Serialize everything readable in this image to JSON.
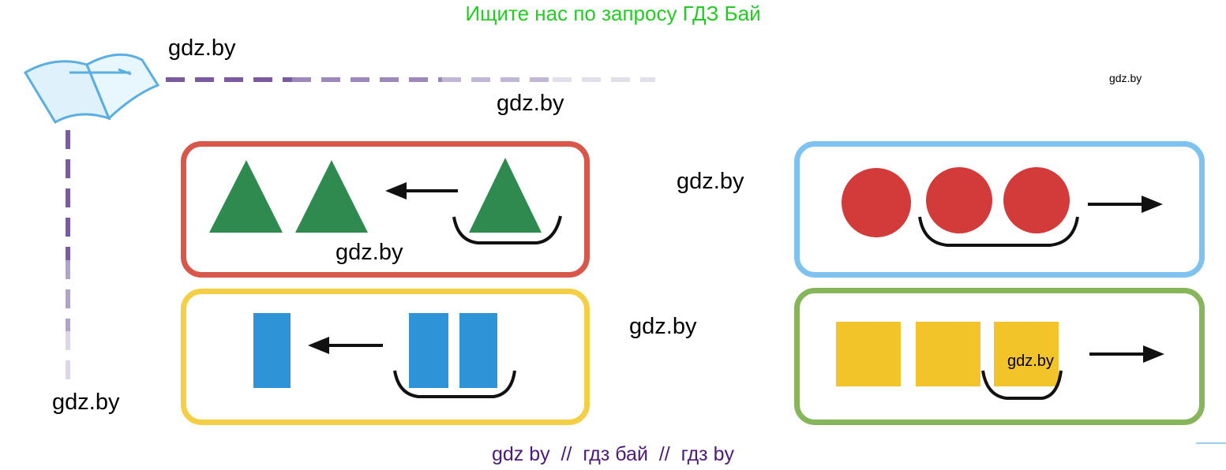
{
  "header": {
    "text": "Ищите нас по запросу ГДЗ Бай"
  },
  "footer": {
    "text": "gdz by  //  гдз бай  //  гдз by"
  },
  "watermarks": [
    {
      "text": "gdz.by"
    },
    {
      "text": "gdz.by"
    },
    {
      "text": "gdz.by"
    },
    {
      "text": "gdz.by"
    },
    {
      "text": "gdz.by"
    },
    {
      "text": "gdz.by"
    },
    {
      "text": "gdz.by"
    },
    {
      "text": "gdz.by"
    }
  ],
  "panels": {
    "triangles": {
      "border_color": "#d9574a",
      "shape_color": "#2e8a4f",
      "direction": "left"
    },
    "circles": {
      "border_color": "#7ec3ef",
      "shape_color": "#d33a3a",
      "direction": "right"
    },
    "rectangles": {
      "border_color": "#f4cf45",
      "shape_color": "#2f93d8",
      "direction": "left"
    },
    "squares": {
      "border_color": "#86b55a",
      "shape_color": "#f2c42a",
      "direction": "right"
    }
  },
  "icons": [
    "notebook-pen-icon"
  ]
}
